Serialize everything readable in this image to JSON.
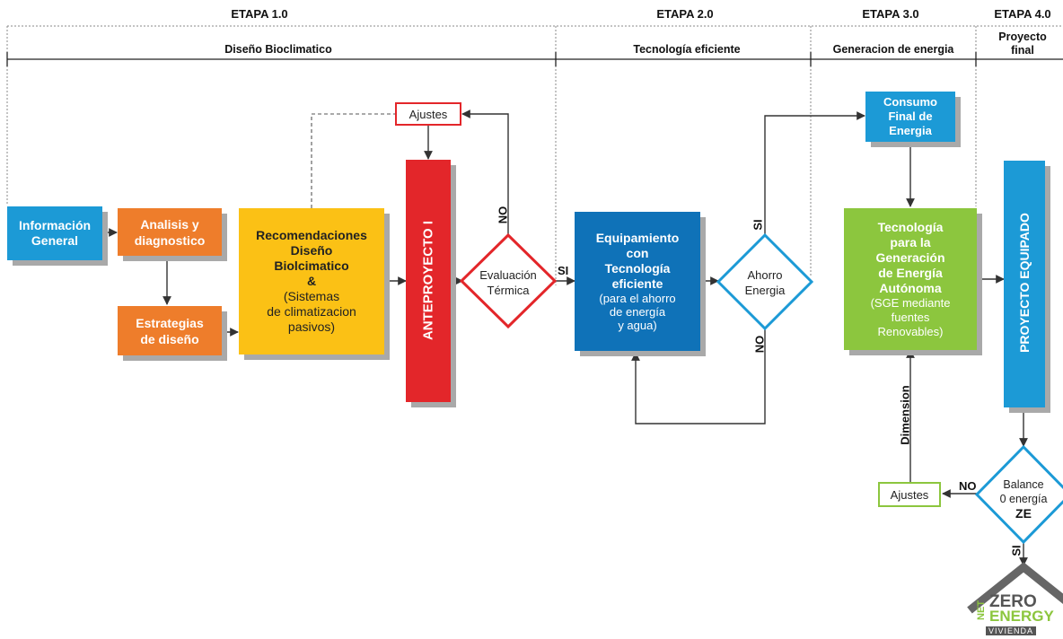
{
  "stages": [
    {
      "id": "1",
      "title": "ETAPA 1.0",
      "subtitle": "Diseño Bioclimatico"
    },
    {
      "id": "2",
      "title": "ETAPA 2.0",
      "subtitle": "Tecnología eficiente"
    },
    {
      "id": "3",
      "title": "ETAPA 3.0",
      "subtitle": "Generacion de energia"
    },
    {
      "id": "4",
      "title": "ETAPA 4.0",
      "subtitle_lines": [
        "Proyecto",
        "final"
      ]
    }
  ],
  "nodes": {
    "info_general": [
      "Información",
      "General"
    ],
    "analisis": [
      "Analisis y",
      "diagnostico"
    ],
    "estrategias": [
      "Estrategias",
      "de diseño"
    ],
    "recomendaciones": {
      "bold": [
        "Recomendaciones",
        "Diseño",
        "Biolcimatico",
        "&"
      ],
      "normal": [
        "(Sistemas",
        "de climatizacion",
        "pasivos)"
      ]
    },
    "ajustes_top": "Ajustes",
    "anteproyecto": "ANTEPROYECTO I",
    "evaluacion": [
      "Evaluación",
      "Térmica"
    ],
    "equipamiento": {
      "bold": [
        "Equipamiento",
        "con",
        "Tecnología",
        "eficiente"
      ],
      "normal": [
        "(para el ahorro",
        "de energía",
        "y agua)"
      ]
    },
    "ahorro": [
      "Ahorro",
      "Energia"
    ],
    "consumo": [
      "Consumo",
      "Final de",
      "Energia"
    ],
    "tecnologia_gen": {
      "bold": [
        "Tecnología",
        "para la",
        "Generación",
        "de Energía",
        "Autónoma"
      ],
      "normal": [
        "(SGE mediante",
        "fuentes",
        "Renovables)"
      ]
    },
    "ajustes_bottom": "Ajustes",
    "proyecto_equipado": "PROYECTO EQUIPADO",
    "balance": [
      "Balance",
      "0 energía"
    ],
    "balance_ze": "ZE"
  },
  "edge_labels": {
    "no_eval": "NO",
    "si_eval": "SI",
    "si_ahorro": "SI",
    "no_ahorro": "NO",
    "dimension": "Dimension",
    "no_balance": "NO",
    "si_balance": "SI"
  },
  "logo": {
    "line1": "ZERO",
    "line2": "ENERGY",
    "net": "NET",
    "bottom": "VIVIENDA"
  },
  "colors": {
    "blue_light": "#1c9ad6",
    "blue_dark": "#0f72b8",
    "orange": "#ee7d2b",
    "yellow": "#fbc115",
    "red": "#e3262a",
    "green": "#8cc63e",
    "outline_red": "#e3262a",
    "outline_blue": "#1c9ad6",
    "outline_green": "#8cc63e"
  }
}
